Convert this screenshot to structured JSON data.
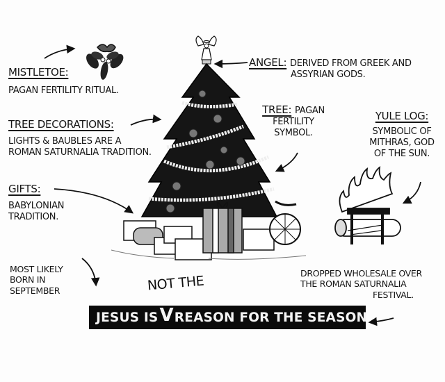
{
  "annotations": {
    "mistletoe": {
      "heading": "Mistletoe:",
      "text": "Pagan fertility ritual."
    },
    "tree_decorations": {
      "heading": "Tree decorations:",
      "lines": [
        "Lights & baubles are a",
        "Roman Saturnalia tradition."
      ]
    },
    "gifts": {
      "heading": "Gifts:",
      "lines": [
        "Babylonian",
        "tradition."
      ]
    },
    "angel": {
      "heading": "Angel:",
      "lines": [
        "Derived from Greek and",
        "Assyrian gods."
      ]
    },
    "tree": {
      "heading": "Tree:",
      "inline": "Pagan",
      "lines": [
        "fertility",
        "symbol."
      ]
    },
    "yule_log": {
      "heading": "Yule log:",
      "lines": [
        "Symbolic of",
        "Mithras, god",
        "of the sun."
      ]
    },
    "birth": {
      "lines": [
        "Most likely",
        "born in",
        "September"
      ]
    },
    "festival": {
      "lines": [
        "Dropped wholesale over",
        "the Roman Saturnalia",
        "festival."
      ]
    }
  },
  "banner": {
    "insert": "Not the",
    "part1": "JESUS IS",
    "caret": "V",
    "part2": "REASON FOR THE SEASON"
  },
  "illustration": {
    "elements": [
      "mistletoe-icon",
      "angel-topper-icon",
      "christmas-tree-icon",
      "gift-boxes-icon",
      "tricycle-icon",
      "yule-log-fire-icon"
    ],
    "colors": {
      "ink": "#111111",
      "paper": "#fdfdfd",
      "gray": "#9a9a9a",
      "banner": "#0b0b0b"
    }
  }
}
